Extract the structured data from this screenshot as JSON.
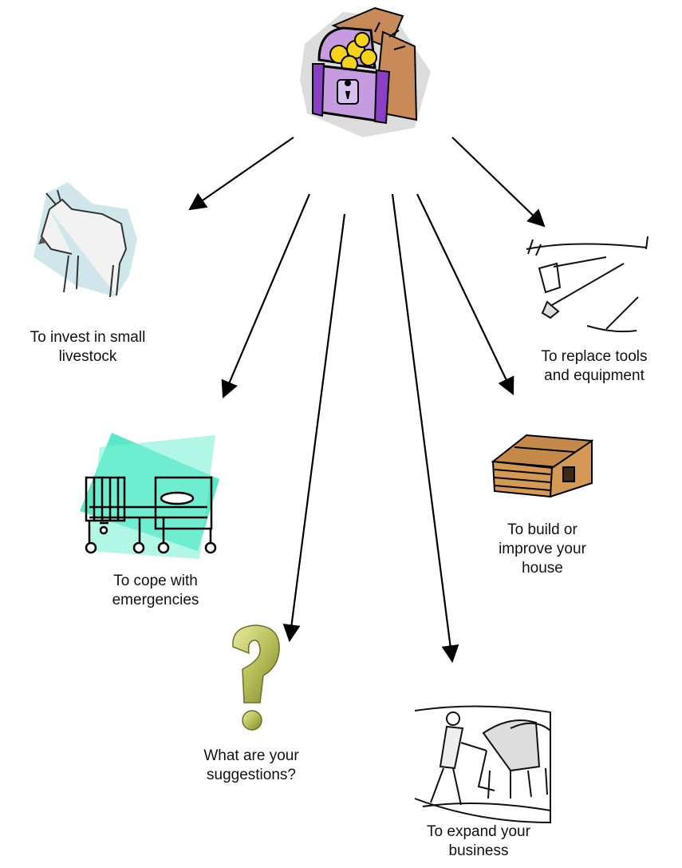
{
  "center": {
    "icon": "treasure-chest-icon"
  },
  "uses": [
    {
      "id": "livestock",
      "icon": "goat-icon",
      "label": "To invest in small\nlivestock"
    },
    {
      "id": "tools",
      "icon": "tools-icon",
      "label": "To replace tools\nand equipment"
    },
    {
      "id": "emergencies",
      "icon": "hospital-bed-icon",
      "label": "To cope with\nemergencies"
    },
    {
      "id": "house",
      "icon": "house-icon",
      "label": "To build or\nimprove your\nhouse"
    },
    {
      "id": "suggestions",
      "icon": "question-mark-icon",
      "label": "What are your\nsuggestions?"
    },
    {
      "id": "business",
      "icon": "farmer-plough-icon",
      "label": "To expand your\nbusiness"
    }
  ]
}
